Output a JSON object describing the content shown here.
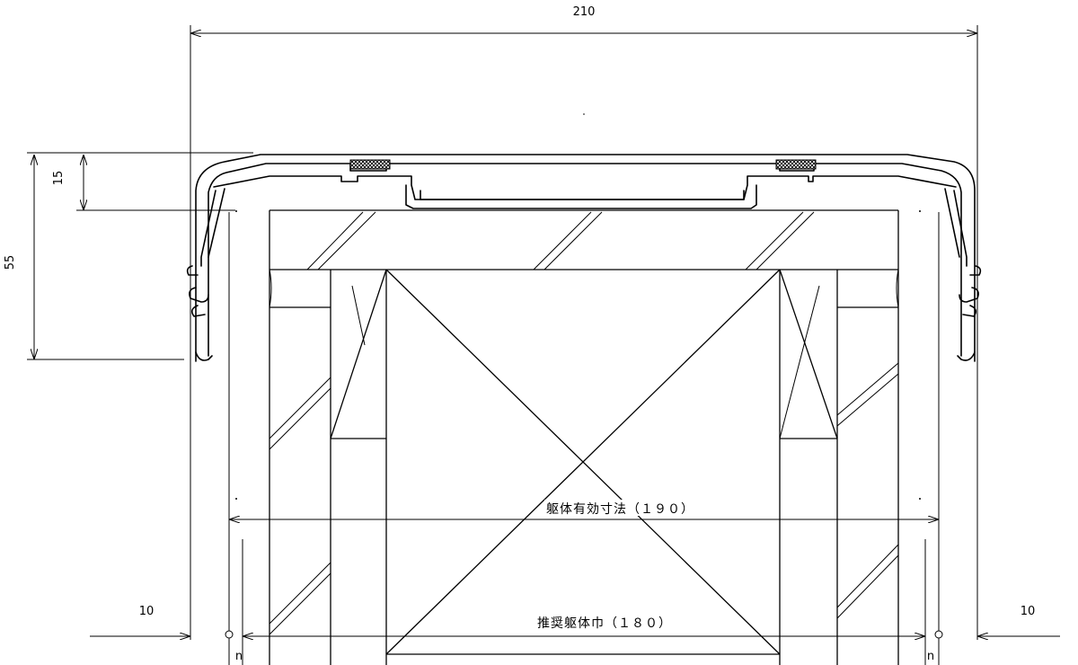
{
  "dimensions": {
    "overall_width": "210",
    "height_total": "55",
    "height_top": "15",
    "clearance_left": "10",
    "clearance_right": "10",
    "effective_width": "躯体有効寸法（１９０）",
    "recommended_width": "推奨躯体巾（１８０）",
    "n_left": "n",
    "n_right": "n"
  },
  "style": {
    "line_color": "#000000",
    "background": "#ffffff",
    "gasket": "hatched-rubber-strip"
  }
}
